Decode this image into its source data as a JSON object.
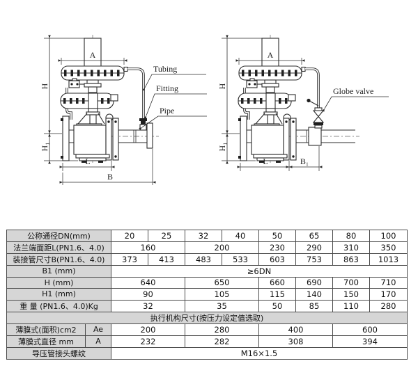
{
  "diagrams": {
    "left": {
      "dim_a": "A",
      "dim_h": "H",
      "dim_h1": "H₁",
      "dim_l": "L",
      "dim_b": "B",
      "labels": {
        "tubing": "Tubing",
        "fitting": "Fitting",
        "pipe": "Pipe"
      }
    },
    "right": {
      "dim_a": "A",
      "dim_h": "H",
      "dim_h1": "H₁",
      "dim_l": "L",
      "dim_b1": "B₁",
      "labels": {
        "globe_valve": "Globe valve"
      }
    }
  },
  "colors": {
    "table_header_bg": "#d6d6d6",
    "line": "#2b2b2b"
  },
  "table": {
    "rows": [
      {
        "cells": [
          {
            "t": "公称通径DN(mm)",
            "s": 2,
            "k": "l"
          },
          {
            "t": "20",
            "s": 1,
            "k": "d"
          },
          {
            "t": "25",
            "s": 1,
            "k": "d"
          },
          {
            "t": "32",
            "s": 1,
            "k": "d"
          },
          {
            "t": "40",
            "s": 1,
            "k": "d"
          },
          {
            "t": "50",
            "s": 1,
            "k": "d"
          },
          {
            "t": "65",
            "s": 1,
            "k": "d"
          },
          {
            "t": "80",
            "s": 1,
            "k": "d"
          },
          {
            "t": "100",
            "s": 1,
            "k": "d"
          }
        ]
      },
      {
        "cells": [
          {
            "t": "法兰端面距L(PN1.6、4.0)",
            "s": 2,
            "k": "l"
          },
          {
            "t": "160",
            "s": 2,
            "k": "d"
          },
          {
            "t": "200",
            "s": 2,
            "k": "d"
          },
          {
            "t": "230",
            "s": 1,
            "k": "d"
          },
          {
            "t": "290",
            "s": 1,
            "k": "d"
          },
          {
            "t": "310",
            "s": 1,
            "k": "d"
          },
          {
            "t": "350",
            "s": 1,
            "k": "d"
          }
        ]
      },
      {
        "cells": [
          {
            "t": "装接管尺寸B(PN1.6、4.0)",
            "s": 2,
            "k": "l"
          },
          {
            "t": "373",
            "s": 1,
            "k": "d"
          },
          {
            "t": "413",
            "s": 1,
            "k": "d"
          },
          {
            "t": "483",
            "s": 1,
            "k": "d"
          },
          {
            "t": "533",
            "s": 1,
            "k": "d"
          },
          {
            "t": "603",
            "s": 1,
            "k": "d"
          },
          {
            "t": "753",
            "s": 1,
            "k": "d"
          },
          {
            "t": "863",
            "s": 1,
            "k": "d"
          },
          {
            "t": "1013",
            "s": 1,
            "k": "d"
          }
        ]
      },
      {
        "cells": [
          {
            "t": "B1 (mm)",
            "s": 2,
            "k": "l"
          },
          {
            "t": "≥6DN",
            "s": 8,
            "k": "d"
          }
        ]
      },
      {
        "cells": [
          {
            "t": "H (mm)",
            "s": 2,
            "k": "l"
          },
          {
            "t": "640",
            "s": 2,
            "k": "d"
          },
          {
            "t": "650",
            "s": 2,
            "k": "d"
          },
          {
            "t": "660",
            "s": 1,
            "k": "d"
          },
          {
            "t": "690",
            "s": 1,
            "k": "d"
          },
          {
            "t": "700",
            "s": 1,
            "k": "d"
          },
          {
            "t": "710",
            "s": 1,
            "k": "d"
          }
        ]
      },
      {
        "cells": [
          {
            "t": "H1 (mm)",
            "s": 2,
            "k": "l"
          },
          {
            "t": "90",
            "s": 2,
            "k": "d"
          },
          {
            "t": "105",
            "s": 2,
            "k": "d"
          },
          {
            "t": "115",
            "s": 1,
            "k": "d"
          },
          {
            "t": "140",
            "s": 1,
            "k": "d"
          },
          {
            "t": "150",
            "s": 1,
            "k": "d"
          },
          {
            "t": "170",
            "s": 1,
            "k": "d"
          }
        ]
      },
      {
        "cells": [
          {
            "t": "重 量 (PN1.6、4.0)Kg",
            "s": 2,
            "k": "l"
          },
          {
            "t": "32",
            "s": 2,
            "k": "d"
          },
          {
            "t": "35",
            "s": 2,
            "k": "d"
          },
          {
            "t": "50",
            "s": 1,
            "k": "d"
          },
          {
            "t": "85",
            "s": 1,
            "k": "d"
          },
          {
            "t": "110",
            "s": 1,
            "k": "d"
          },
          {
            "t": "280",
            "s": 1,
            "k": "d"
          }
        ]
      },
      {
        "cells": [
          {
            "t": "执行机构尺寸(按压力设定值选取)",
            "s": 10,
            "k": "h"
          }
        ]
      },
      {
        "cells": [
          {
            "t": "薄膜式(面积)cm2",
            "s": 1,
            "k": "l"
          },
          {
            "t": "Ae",
            "s": 1,
            "k": "l"
          },
          {
            "t": "200",
            "s": 2,
            "k": "d"
          },
          {
            "t": "280",
            "s": 2,
            "k": "d"
          },
          {
            "t": "400",
            "s": 2,
            "k": "d"
          },
          {
            "t": "600",
            "s": 2,
            "k": "d"
          }
        ]
      },
      {
        "cells": [
          {
            "t": "薄膜式直径 mm",
            "s": 1,
            "k": "l"
          },
          {
            "t": "A",
            "s": 1,
            "k": "l"
          },
          {
            "t": "232",
            "s": 2,
            "k": "d"
          },
          {
            "t": "282",
            "s": 2,
            "k": "d"
          },
          {
            "t": "308",
            "s": 2,
            "k": "d"
          },
          {
            "t": "394",
            "s": 2,
            "k": "d"
          }
        ]
      },
      {
        "cells": [
          {
            "t": "导压管接头螺纹",
            "s": 2,
            "k": "l"
          },
          {
            "t": "M16×1.5",
            "s": 8,
            "k": "d"
          }
        ]
      }
    ]
  }
}
